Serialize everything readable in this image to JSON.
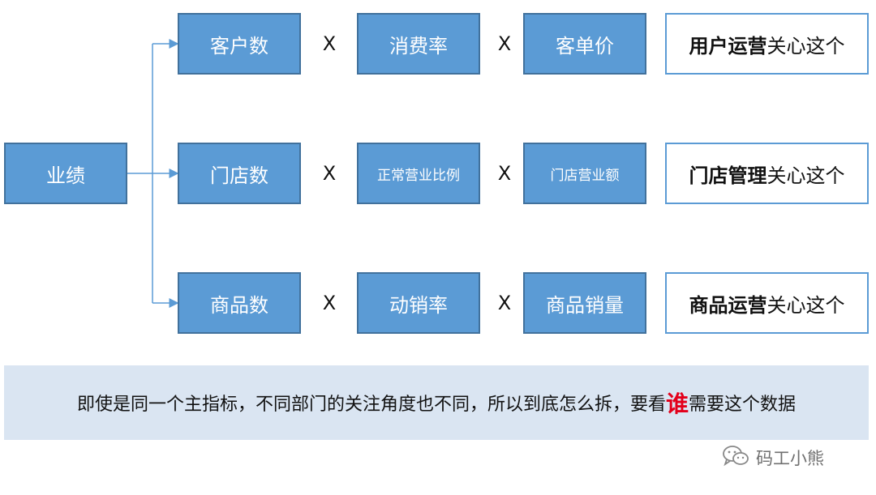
{
  "root": "业绩",
  "rows": [
    {
      "a": "客户数",
      "b": "消费率",
      "c": "客单价",
      "who": "用户运营",
      "rest": "关心这个"
    },
    {
      "a": "门店数",
      "b": "正常营业比例",
      "c": "门店营业额",
      "who": "门店管理",
      "rest": "关心这个"
    },
    {
      "a": "商品数",
      "b": "动销率",
      "c": "商品销量",
      "who": "商品运营",
      "rest": "关心这个"
    }
  ],
  "operator": "X",
  "footer": {
    "before": "即使是同一个主指标，不同部门的关注角度也不同，所以到底怎么拆，要看",
    "emphasis": "谁",
    "after": "需要这个数据"
  },
  "watermark": "码工小熊",
  "colors": {
    "box": "#5b9bd5",
    "border": "#41719c",
    "emphasis": "#e3001b",
    "footer_bg": "#dae5f2"
  }
}
